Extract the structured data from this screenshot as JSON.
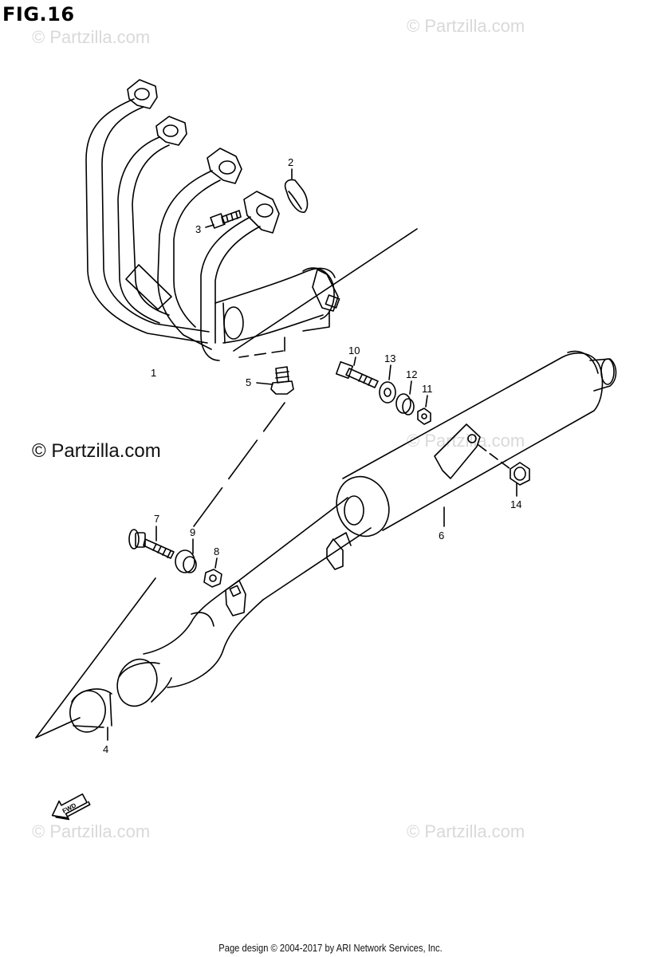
{
  "figure": {
    "title": "FIG.16"
  },
  "watermark": {
    "main": "© Partzilla.com",
    "faint": "© Partzilla.com"
  },
  "callouts": {
    "c1": "1",
    "c2": "2",
    "c3": "3",
    "c4": "4",
    "c5": "5",
    "c6": "6",
    "c7": "7",
    "c8": "8",
    "c9": "9",
    "c10": "10",
    "c11": "11",
    "c12": "12",
    "c13": "13",
    "c14": "14"
  },
  "direction_arrow": {
    "label": "FWD",
    "icon": "fwd-arrow-icon"
  },
  "footer": {
    "text": "Page design © 2004-2017 by ARI Network Services, Inc."
  }
}
